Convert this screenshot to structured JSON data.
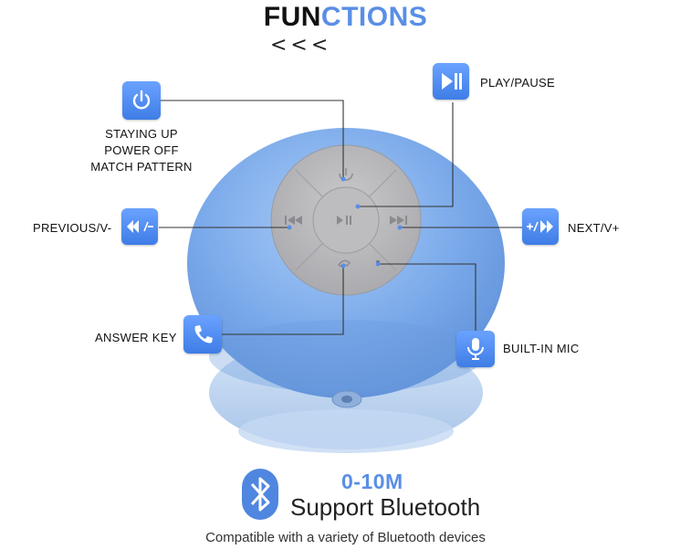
{
  "title": {
    "part1": "FUN",
    "part2": "CTIONS"
  },
  "chevrons": "<<<",
  "functions": {
    "power": {
      "lines": [
        "STAYING UP",
        "POWER OFF",
        "MATCH PATTERN"
      ],
      "icon": "power-icon"
    },
    "play": {
      "label": "PLAY/PAUSE",
      "icon": "play-pause-icon"
    },
    "previous": {
      "label": "PREVIOUS/V-",
      "icon": "previous-volume-down-icon"
    },
    "next": {
      "label": "NEXT/V+",
      "icon": "next-volume-up-icon"
    },
    "answer": {
      "label": "ANSWER KEY",
      "icon": "phone-icon"
    },
    "mic": {
      "label": "BUILT-IN MIC",
      "icon": "microphone-icon"
    }
  },
  "bluetooth": {
    "range": "0-10M",
    "support": "Support Bluetooth",
    "compat": "Compatible with a variety of Bluetooth devices",
    "icon": "bluetooth-icon"
  },
  "colors": {
    "accent": "#5a8ee6",
    "speaker": "#7aa9ea",
    "button_face": "#b5b5b8"
  }
}
